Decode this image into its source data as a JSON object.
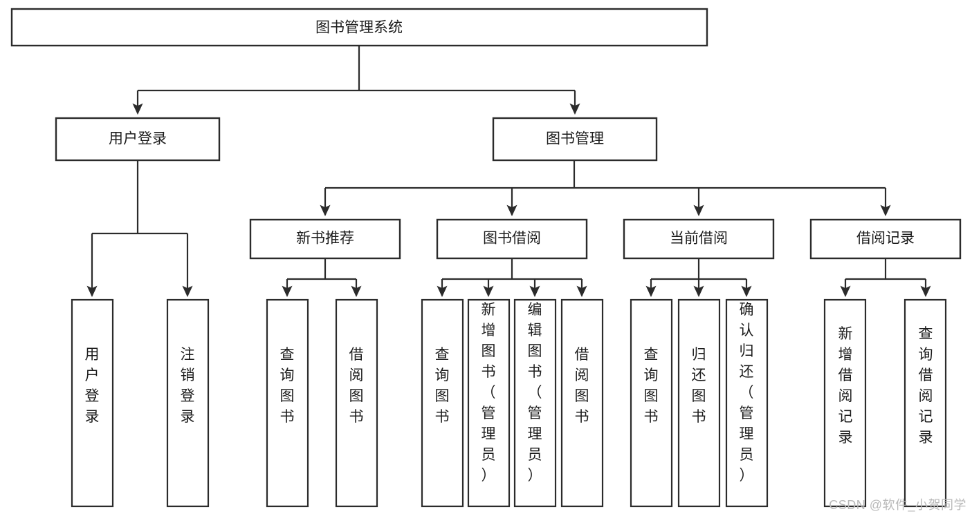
{
  "diagram": {
    "type": "hierarchy-tree",
    "title": "图书管理系统",
    "watermark": "CSDN @软件_小贺同学",
    "colors": {
      "stroke": "#2b2b2b",
      "fill": "#ffffff",
      "text": "#1c1c1c",
      "watermark": "#b9b9b9"
    },
    "levels": {
      "root": {
        "label": "图书管理系统"
      },
      "level2": [
        {
          "label": "用户登录"
        },
        {
          "label": "图书管理"
        }
      ],
      "level3": [
        {
          "label": "新书推荐"
        },
        {
          "label": "图书借阅"
        },
        {
          "label": "当前借阅"
        },
        {
          "label": "借阅记录"
        }
      ],
      "leaves": {
        "user_login": [
          {
            "label": "用户登录"
          },
          {
            "label": "注销登录"
          }
        ],
        "new_book_recommend": [
          {
            "label": "查询图书"
          },
          {
            "label": "借阅图书"
          }
        ],
        "book_borrow": [
          {
            "label": "查询图书"
          },
          {
            "label": "新增图书（管理员）"
          },
          {
            "label": "编辑图书（管理员）"
          },
          {
            "label": "借阅图书"
          }
        ],
        "current_borrow": [
          {
            "label": "查询图书"
          },
          {
            "label": "归还图书"
          },
          {
            "label": "确认归还（管理员）"
          }
        ],
        "borrow_record": [
          {
            "label": "新增借阅记录"
          },
          {
            "label": "查询借阅记录"
          }
        ]
      }
    }
  }
}
